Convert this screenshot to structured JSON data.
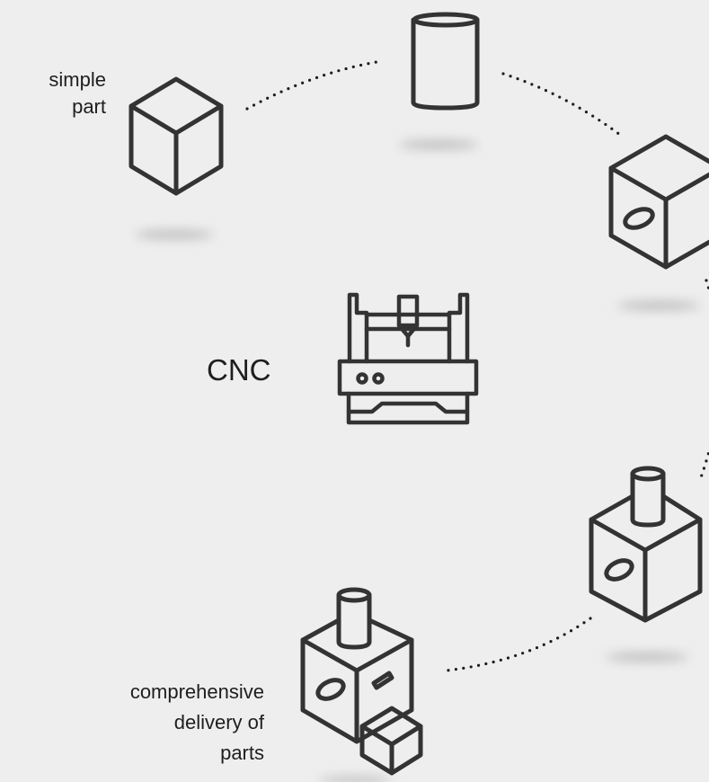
{
  "labels": {
    "simple_part": [
      "simple",
      "part"
    ],
    "cnc": "CNC",
    "delivery": [
      "comprehensive",
      "delivery of",
      "parts"
    ]
  },
  "icons": [
    "cube-icon",
    "cylinder-icon",
    "cube-with-hole-icon",
    "cube-with-cylinder-icon",
    "assembly-icon",
    "cnc-machine-icon"
  ],
  "colors": {
    "background": "#eeeeee",
    "stroke": "#333333",
    "text": "#1e1e1e",
    "shadow": "#bdbdbd"
  }
}
